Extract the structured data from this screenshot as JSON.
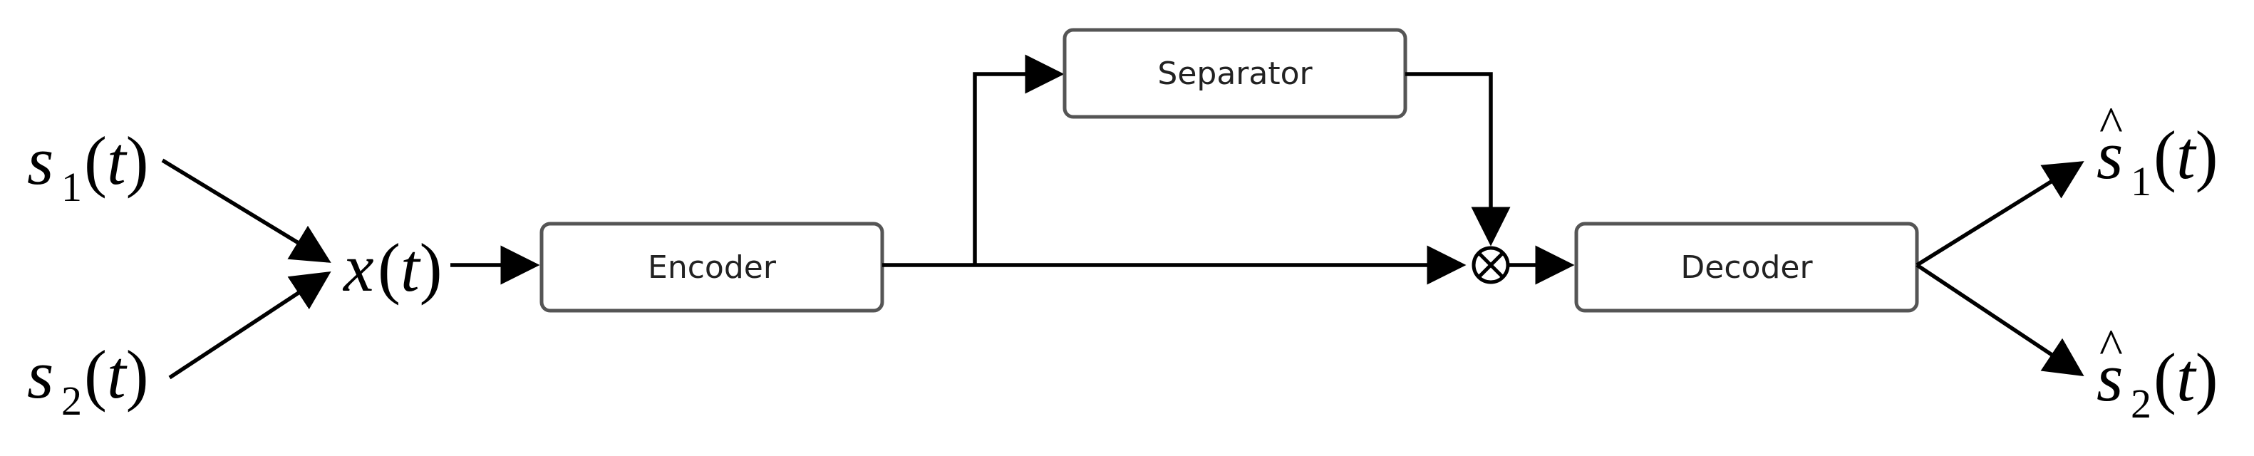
{
  "blocks": {
    "encoder": "Encoder",
    "separator": "Separator",
    "decoder": "Decoder"
  },
  "signals": {
    "s1": {
      "var": "s",
      "sub": "1",
      "arg": "(t)"
    },
    "s2": {
      "var": "s",
      "sub": "2",
      "arg": "(t)"
    },
    "x": {
      "var": "x",
      "arg": "(t)"
    },
    "s1_hat": {
      "var": "s",
      "hat": "^",
      "sub": "1",
      "arg": "(t)"
    },
    "s2_hat": {
      "var": "s",
      "hat": "^",
      "sub": "2",
      "arg": "(t)"
    }
  },
  "operator": {
    "symbol": "multiply"
  }
}
